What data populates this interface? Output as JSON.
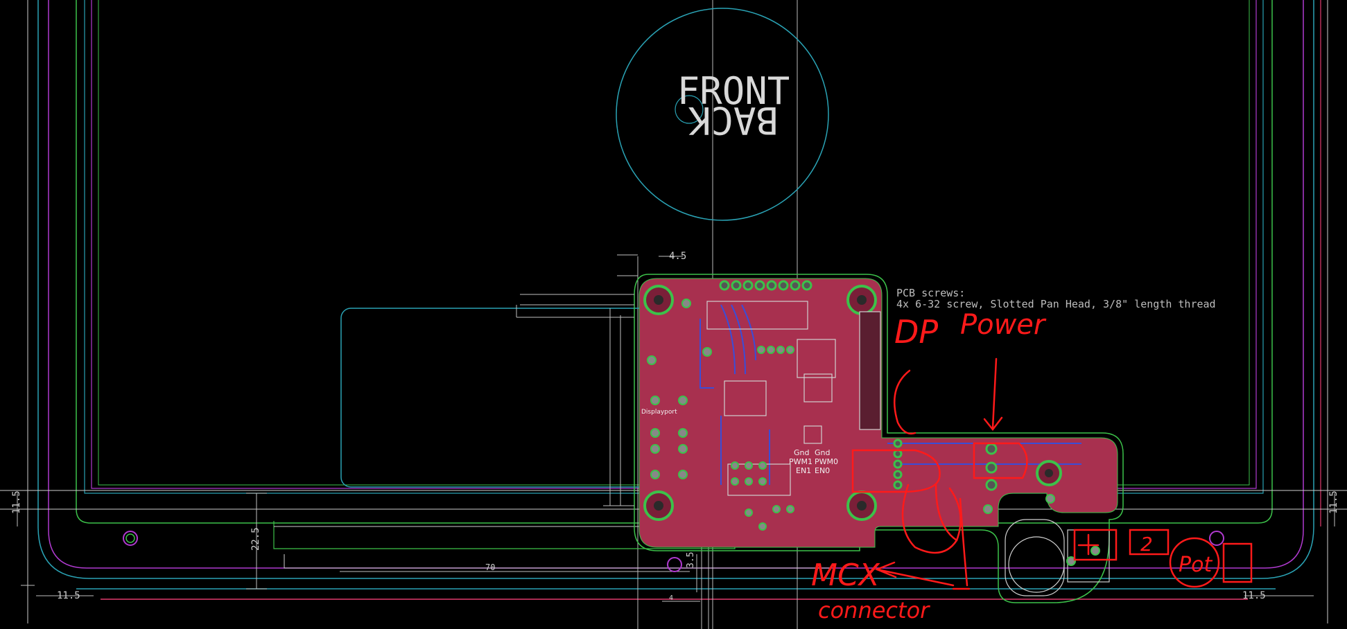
{
  "board": {
    "front_label": "FRONT",
    "back_label": "BACK",
    "note_line1": "PCB screws:",
    "note_line2": "4x 6-32 screw, Slotted Pan Head, 3/8\" length thread"
  },
  "dimensions": {
    "top_offset": "4.5",
    "left_margin": "11.5",
    "right_margin": "11.5",
    "bottom_left": "11.5",
    "bottom_right": "11.5",
    "height": "22.5",
    "width": "70",
    "gap": "3.5",
    "small": "4"
  },
  "silkscreen": {
    "conn_label": "Displayport",
    "pin1": "Gnd",
    "pin2": "Gnd",
    "pin3": "PWM1",
    "pin4": "PWM0",
    "pin5": "EN1",
    "pin6": "EN0"
  },
  "annotations": {
    "dp": "DP",
    "power": "Power",
    "mcx": "MCX",
    "connector": "connector",
    "box2": "2",
    "pot": "Pot"
  },
  "colors": {
    "background": "#000000",
    "pcb": "#a8304f",
    "outline_cyan": "#2aa3b5",
    "outline_green": "#3cc24a",
    "outline_magenta": "#b03ad0",
    "dimension": "#bfbfbf",
    "annotation": "#ff1a1a"
  }
}
